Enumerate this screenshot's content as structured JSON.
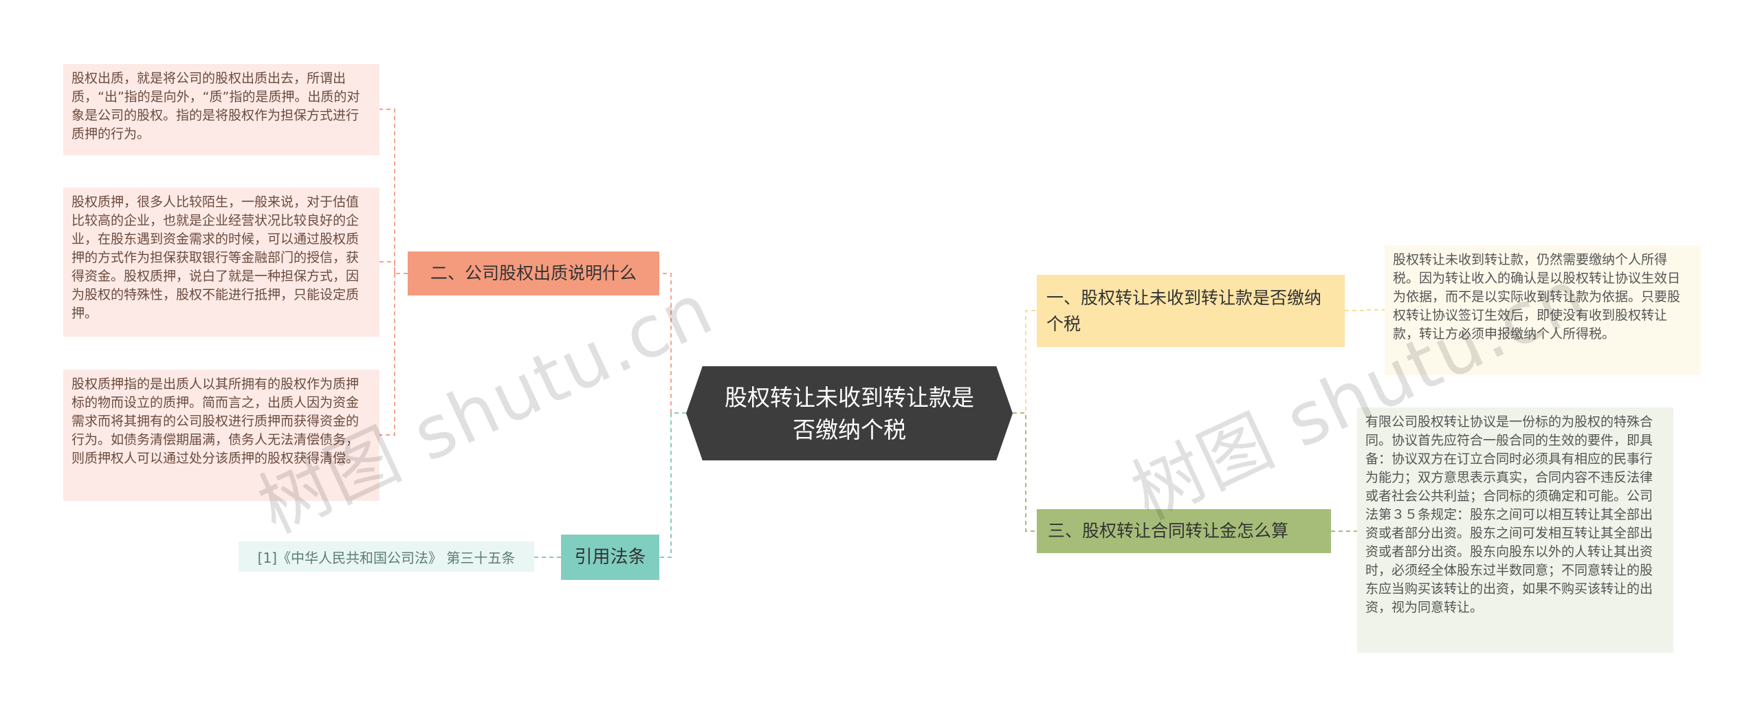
{
  "center": {
    "title": "股权转让未收到转让款是否缴纳个税"
  },
  "branches": {
    "left": {
      "label": "二、公司股权出质说明什么"
    },
    "right1": {
      "label": "一、股权转让未收到转让款是否缴纳个税"
    },
    "right3": {
      "label": "三、股权转让合同转让金怎么算"
    },
    "law": {
      "label": "引用法条"
    }
  },
  "leaves": {
    "left1": "股权出质，就是将公司的股权出质出去，所谓出质，“出”指的是向外，“质”指的是质押。出质的对象是公司的股权。指的是将股权作为担保方式进行质押的行为。",
    "left2": "股权质押，很多人比较陌生，一般来说，对于估值比较高的企业，也就是企业经营状况比较良好的企业，在股东遇到资金需求的时候，可以通过股权质押的方式作为担保获取银行等金融部门的授信，获得资金。股权质押，说白了就是一种担保方式，因为股权的特殊性，股权不能进行抵押，只能设定质押。",
    "left3": "股权质押指的是出质人以其所拥有的股权作为质押标的物而设立的质押。简而言之，出质人因为资金需求而将其拥有的公司股权进行质押而获得资金的行为。如债务清偿期届满，债务人无法清偿债务，则质押权人可以通过处分该质押的股权获得清偿。",
    "right1": "股权转让未收到转让款，仍然需要缴纳个人所得税。因为转让收入的确认是以股权转让协议生效日为依据，而不是以实际收到转让款为依据。只要股权转让协议签订生效后，即使没有收到股权转让款，转让方必须申报缴纳个人所得税。",
    "right3": "有限公司股权转让协议是一份标的为股权的特殊合同。协议首先应符合一般合同的生效的要件，即具备：协议双方在订立合同时必须具有相应的民事行为能力；双方意思表示真实，合同内容不违反法律或者社会公共利益；合同标的须确定和可能。公司法第３５条规定：股东之间可以相互转让其全部出资或者部分出资。股东之间可发相互转让其全部出资或者部分出资。股东向股东以外的人转让其出资时，必须经全体股东过半数同意；不同意转让的股东应当购买该转让的出资，如果不购买该转让的出资，视为同意转让。",
    "law": "[1]《中华人民共和国公司法》 第三十五条"
  },
  "watermarks": [
    "树图 shutu.cn",
    "树图 shutu.cn"
  ],
  "colors": {
    "center": "#3d3d3d",
    "left_branch": "#f49b7e",
    "right1_branch": "#fde5a7",
    "right3_branch": "#a6bd79",
    "law_branch": "#80cebf"
  }
}
